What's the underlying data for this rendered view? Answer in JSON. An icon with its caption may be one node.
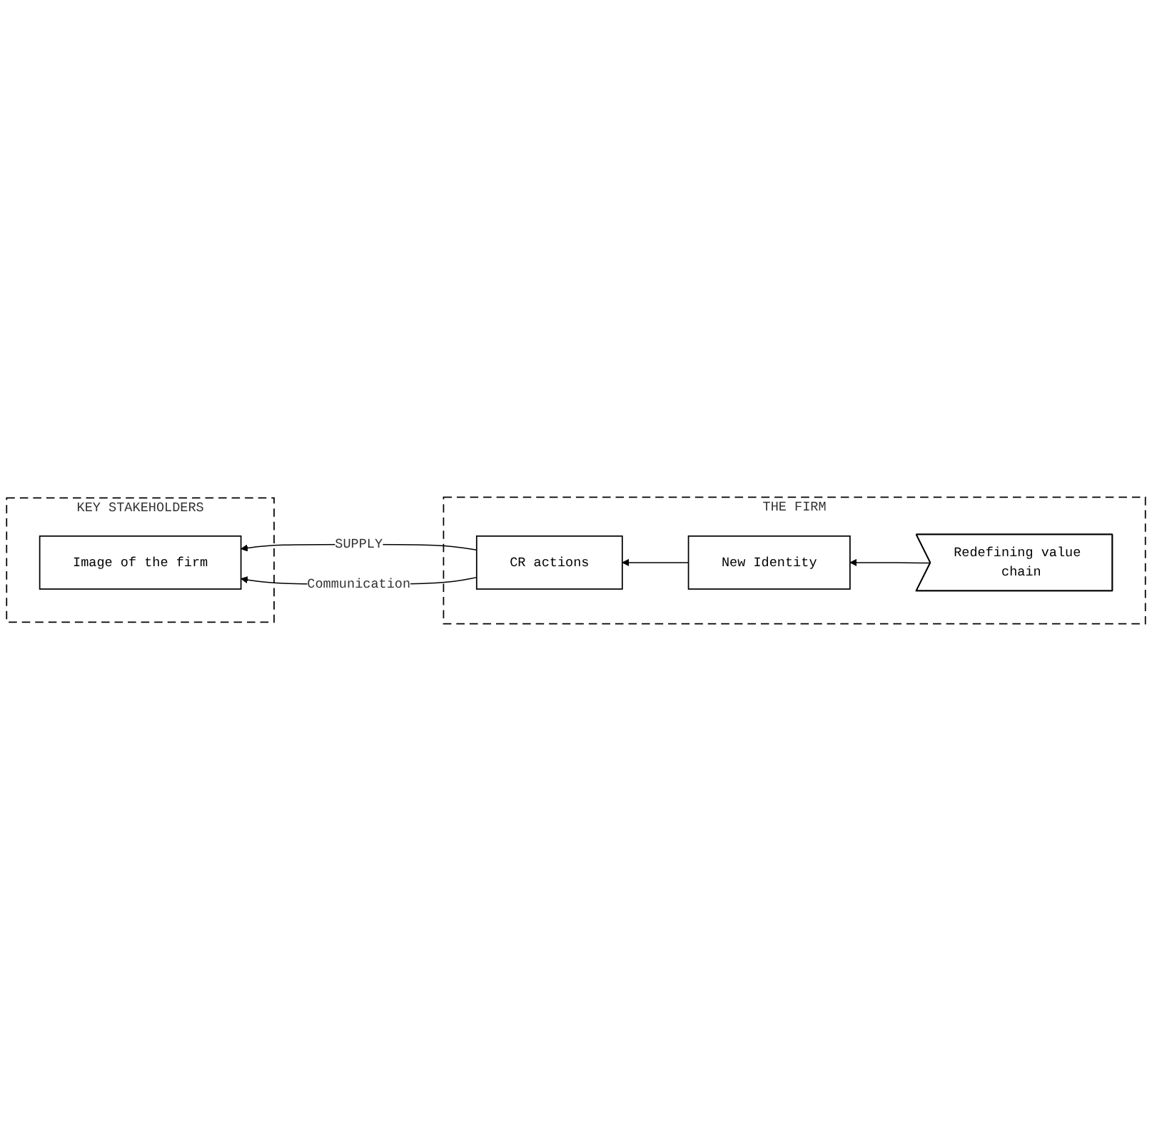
{
  "diagram": {
    "nodes": [
      {
        "text": [
          "KEY STAKEHOLDERS"
        ]
      },
      {
        "text": [
          "Image of the firm"
        ],
        "in": 0
      },
      {
        "text": [
          "THE FIRM"
        ]
      },
      {
        "text": [
          "Redefining value chain"
        ],
        "in": 2
      },
      {
        "text": [
          "New Identity"
        ],
        "in": 2
      },
      {
        "text": [
          "CR actions"
        ],
        "in": 2
      }
    ],
    "edges": [
      {
        "from": 3,
        "to": 4,
        "arrow": "to"
      },
      {
        "from": 4,
        "to": 5,
        "arrow": "to"
      },
      {
        "from": 5,
        "to": 1,
        "arrow": "to",
        "label": "SUPPLY"
      },
      {
        "from": 5,
        "to": 1,
        "arrow": "to",
        "label": "Communication"
      }
    ]
  }
}
